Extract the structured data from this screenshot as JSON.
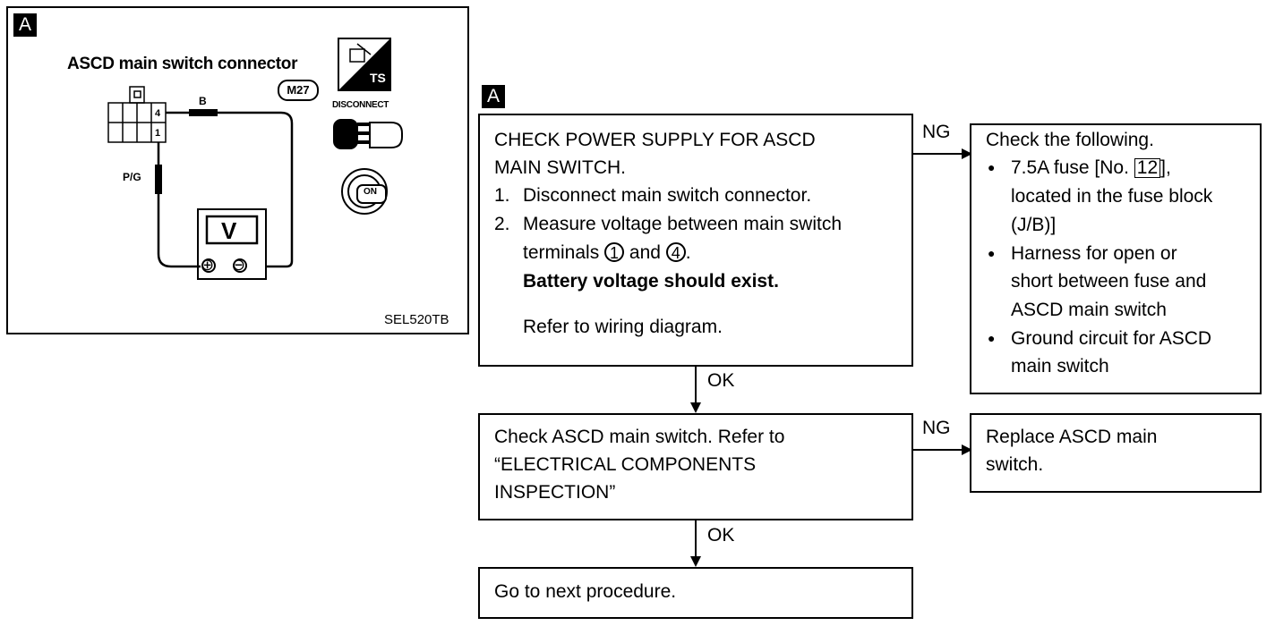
{
  "figure": {
    "tag": "A",
    "connector_title": "ASCD main switch connector",
    "connector_id": "M27",
    "terminal_top": "4",
    "terminal_bottom": "1",
    "wire_top": "B",
    "wire_left": "P/G",
    "meter_label": "V",
    "plus": "⊕",
    "minus": "⊖",
    "ts_label": "TS",
    "disconnect_label": "DISCONNECT",
    "ignition_label": "ON",
    "figure_code": "SEL520TB"
  },
  "flow": {
    "tag": "A",
    "step1": {
      "line1": "CHECK POWER SUPPLY FOR ASCD",
      "line2": "MAIN SWITCH.",
      "item1_num": "1.",
      "item1": "Disconnect main switch connector.",
      "item2_num": "2.",
      "item2_a": "Measure voltage between main switch",
      "item2_b_pre": "terminals",
      "term1": "1",
      "item2_b_mid": "and",
      "term4": "4",
      "item2_b_end": ".",
      "bold": "Battery voltage should exist.",
      "refer": "Refer to wiring diagram."
    },
    "ng1_label": "NG",
    "ng1": {
      "title": "Check the following.",
      "b1_pre": "7.5A fuse [No.",
      "b1_num": "12",
      "b1_post": "],",
      "b1_l2": "located in the fuse block",
      "b1_l3": "(J/B)]",
      "b2_l1": "Harness for open or",
      "b2_l2": "short between fuse and",
      "b2_l3": "ASCD main switch",
      "b3_l1": "Ground circuit for ASCD",
      "b3_l2": "main switch"
    },
    "ok1_label": "OK",
    "step2": {
      "line1": "Check ASCD main switch. Refer to",
      "line2": "“ELECTRICAL COMPONENTS",
      "line3": "INSPECTION”"
    },
    "ng2_label": "NG",
    "ng2": {
      "line1": "Replace ASCD main",
      "line2": "switch."
    },
    "ok2_label": "OK",
    "step3": {
      "line1": "Go to next procedure."
    }
  }
}
